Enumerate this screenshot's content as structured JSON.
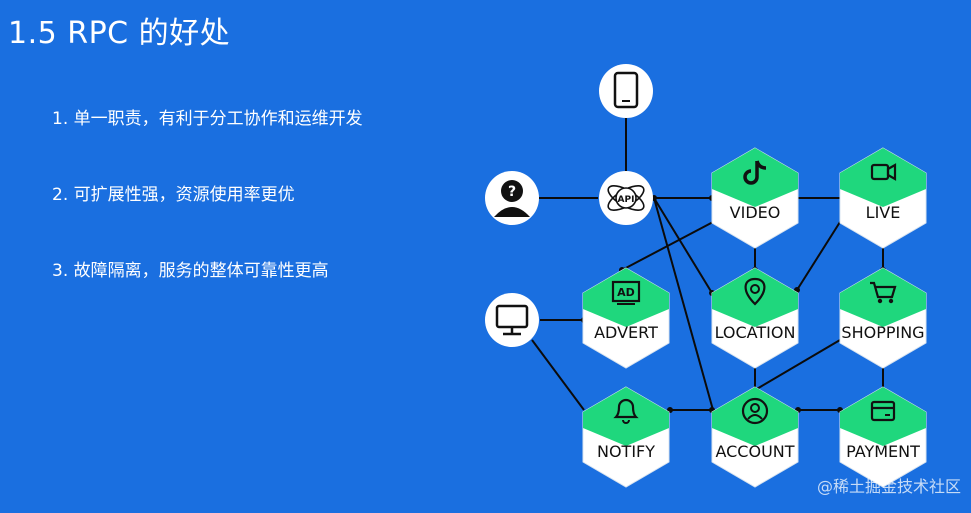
{
  "slide": {
    "title": "1.5  RPC 的好处",
    "bullets": [
      "1. 单一职责，有利于分工协作和运维开发",
      "2. 可扩展性强，资源使用率更优",
      "3. 故障隔离，服务的整体可靠性更高"
    ]
  },
  "diagram": {
    "nodes": [
      {
        "id": "video",
        "label": "VIDEO",
        "icon": "tiktok-icon"
      },
      {
        "id": "live",
        "label": "LIVE",
        "icon": "video-camera-icon"
      },
      {
        "id": "advert",
        "label": "ADVERT",
        "icon": "ad-icon"
      },
      {
        "id": "location",
        "label": "LOCATION",
        "icon": "location-pin-icon"
      },
      {
        "id": "shopping",
        "label": "SHOPPING",
        "icon": "shopping-cart-icon"
      },
      {
        "id": "notify",
        "label": "NOTIFY",
        "icon": "bell-icon"
      },
      {
        "id": "account",
        "label": "ACCOUNT",
        "icon": "user-circle-icon"
      },
      {
        "id": "payment",
        "label": "PAYMENT",
        "icon": "wallet-icon"
      }
    ],
    "clients": [
      {
        "id": "mobile",
        "icon": "mobile-phone-icon"
      },
      {
        "id": "user",
        "icon": "user-question-icon"
      },
      {
        "id": "api",
        "icon": "api-gateway-icon",
        "text": "API"
      },
      {
        "id": "desktop",
        "icon": "desktop-monitor-icon"
      }
    ],
    "colors": {
      "hex_top": "#1fd77d",
      "hex_body": "#ffffff",
      "edge": "#0b0b0b",
      "background": "#1a6fe0"
    }
  },
  "watermark": "@稀土掘金技术社区"
}
